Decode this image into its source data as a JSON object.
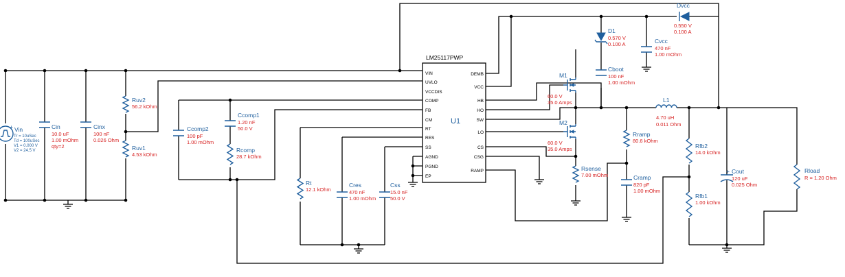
{
  "ic": {
    "part": "LM25117PWP",
    "ref": "U1",
    "left_pins": [
      "VIN",
      "UVLO",
      "VCCDIS",
      "COMP",
      "FB",
      "CM",
      "RT",
      "RES",
      "SS",
      "AGND",
      "PGND",
      "EP"
    ],
    "right_pins": [
      "DEMB",
      "VCC",
      "HB",
      "HO",
      "SW",
      "LO",
      "CS",
      "CSG",
      "RAMP"
    ]
  },
  "source": {
    "name": "Vin",
    "params": [
      "Tr = 10uSec",
      "Td = 100uSec",
      "V1 = 0.000 V",
      "V2 = 24.5 V"
    ]
  },
  "components": {
    "cin": {
      "name": "Cin",
      "values": [
        "10.0 uF",
        "1.00 mOhm",
        "qty=2"
      ]
    },
    "cinx": {
      "name": "Cinx",
      "values": [
        "100 nF",
        "0.026 Ohm"
      ]
    },
    "ruv2": {
      "name": "Ruv2",
      "values": [
        "56.2 kOhm"
      ]
    },
    "ruv1": {
      "name": "Ruv1",
      "values": [
        "4.53 kOhm"
      ]
    },
    "ccomp2": {
      "name": "Ccomp2",
      "values": [
        "100 pF",
        "1.00 mOhm"
      ]
    },
    "ccomp1": {
      "name": "Ccomp1",
      "values": [
        "1.20 nF",
        "50.0 V"
      ]
    },
    "rcomp": {
      "name": "Rcomp",
      "values": [
        "28.7 kOhm"
      ]
    },
    "rt": {
      "name": "Rt",
      "values": [
        "12.1 kOhm"
      ]
    },
    "cres": {
      "name": "Cres",
      "values": [
        "470 nF",
        "1.00 mOhm"
      ]
    },
    "css": {
      "name": "Css",
      "values": [
        "15.0 nF",
        "50.0 V"
      ]
    },
    "m1": {
      "name": "M1",
      "values": [
        "60.0 V",
        "35.0 Amps"
      ]
    },
    "m2": {
      "name": "M2",
      "values": [
        "60.0 V",
        "35.0 Amps"
      ]
    },
    "d1": {
      "name": "D1",
      "values": [
        "0.570 V",
        "0.100 A"
      ]
    },
    "dvcc": {
      "name": "Dvcc",
      "values": [
        "0.550 V",
        "0.100 A"
      ]
    },
    "cvcc": {
      "name": "Cvcc",
      "values": [
        "470 nF",
        "1.00 mOhm"
      ]
    },
    "cboot": {
      "name": "Cboot",
      "values": [
        "100 nF",
        "1.00 mOhm"
      ]
    },
    "l1": {
      "name": "L1",
      "values": [
        "4.70 uH",
        "0.011 Ohm"
      ]
    },
    "rsense": {
      "name": "Rsense",
      "values": [
        "7.00 mOhm"
      ]
    },
    "rramp": {
      "name": "Rramp",
      "values": [
        "80.6 kOhm"
      ]
    },
    "cramp": {
      "name": "Cramp",
      "values": [
        "820 pF",
        "1.00 mOhm"
      ]
    },
    "rfb2": {
      "name": "Rfb2",
      "values": [
        "14.0 kOhm"
      ]
    },
    "rfb1": {
      "name": "Rfb1",
      "values": [
        "1.00 kOhm"
      ]
    },
    "cout": {
      "name": "Cout",
      "values": [
        "120 uF",
        "0.025 Ohm"
      ]
    },
    "rload": {
      "name": "Rload",
      "values": [
        "R = 1.20 Ohm"
      ]
    }
  },
  "colors": {
    "wire": "#000000",
    "component": "#1f5f9e",
    "value": "#d62020",
    "background": "#ffffff"
  }
}
